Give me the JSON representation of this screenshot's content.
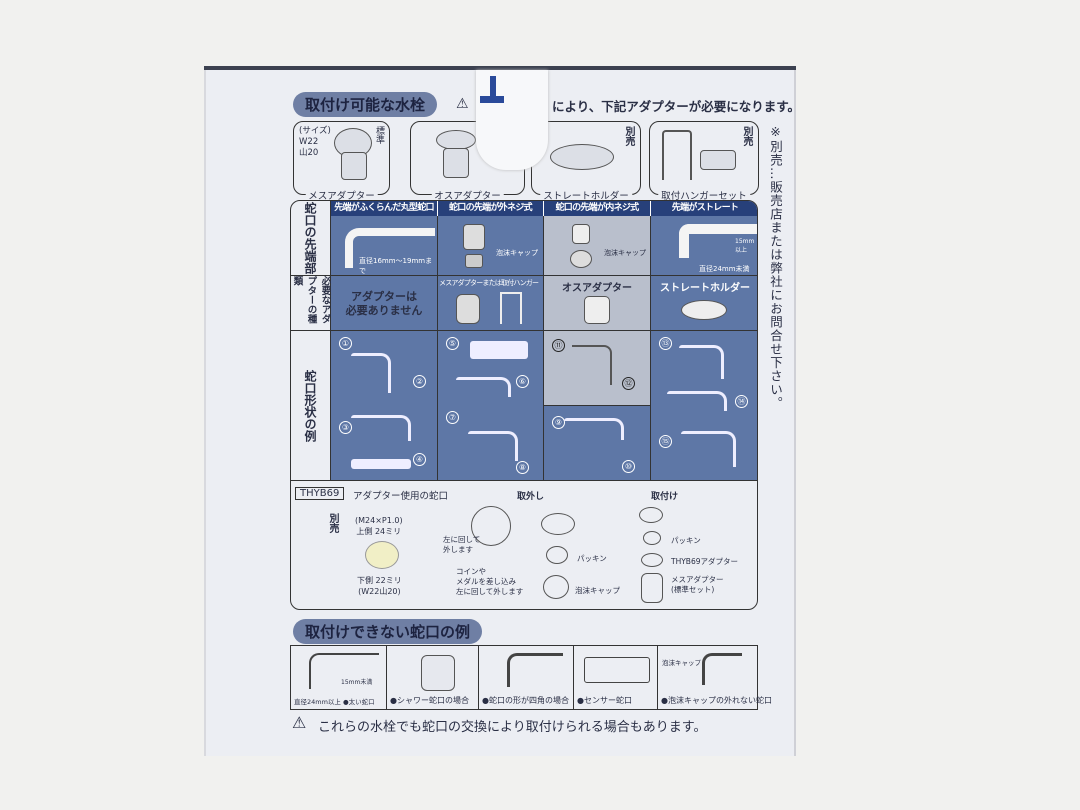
{
  "top": {
    "heading": "取付け可能な水栓",
    "notice": "により、下記アダプターが必要になります。",
    "side_note": "※別売…販売店または弊社にお問合せ下さい。",
    "adapters": [
      {
        "label": "メスアダプター",
        "size_label": "(サイズ)",
        "size_w": "W22",
        "size_y": "山20",
        "tag": "標準"
      },
      {
        "label": "オスアダプター"
      },
      {
        "label": "ストレートホルダー",
        "tag": "別売"
      },
      {
        "label": "取付ハンガーセット",
        "tag": "別売"
      }
    ]
  },
  "table": {
    "row_headers": [
      "蛇口の先端部",
      "必要なアダプターの種類",
      "蛇口形状の例"
    ],
    "columns": [
      {
        "header": "先端がふくらんだ丸型蛇口",
        "note": "直径16mm〜19mmまで",
        "adapter": "アダプターは\n必要ありません",
        "examples": [
          "①",
          "②",
          "③",
          "④"
        ]
      },
      {
        "header": "蛇口の先端が外ネジ式",
        "note": "泡沫キャップ",
        "adapter": "メスアダプターまたは取付ハンガー",
        "examples": [
          "⑤",
          "⑥",
          "⑦",
          "⑧"
        ]
      },
      {
        "header": "蛇口の先端が内ネジ式",
        "note": "泡沫キャップ",
        "adapter": "オスアダプター",
        "examples": [
          "⑪",
          "⑫",
          "⑨",
          "⑩"
        ]
      },
      {
        "header": "先端がストレート",
        "note": "直径24mm未満",
        "note2": "15mm以上",
        "adapter": "ストレートホルダー",
        "examples": [
          "⑬",
          "⑭",
          "⑮"
        ]
      }
    ]
  },
  "thyb": {
    "model": "THYB69",
    "title": "アダプター使用の蛇口",
    "sold_separately": "別売",
    "spec1": "(M24×P1.0)",
    "spec2": "上側 24ミリ",
    "spec3": "下側 22ミリ",
    "spec4": "(W22山20)",
    "remove_title": "取外し",
    "turn_left": "左に回して\n外します",
    "coin": "コインや\nメダルを差し込み\n左に回して外します",
    "packing": "パッキン",
    "cap": "泡沫キャップ",
    "attach_title": "取付け",
    "packing2": "パッキン",
    "adapter": "THYB69アダプター",
    "female": "メスアダプター\n(標準セット)"
  },
  "cannot": {
    "heading": "取付けできない蛇口の例",
    "items": [
      {
        "label": "●太い蛇口",
        "note": "直径24mm以上",
        "note2": "15mm未満"
      },
      {
        "label": "●シャワー蛇口の場合"
      },
      {
        "label": "●蛇口の形が四角の場合"
      },
      {
        "label": "●センサー蛇口"
      },
      {
        "label": "●泡沫キャップの外れない蛇口",
        "note": "泡沫キャップ"
      }
    ],
    "warning": "これらの水栓でも蛇口の交換により取付けられる場合もあります。"
  },
  "colors": {
    "header_blue": "#27407a",
    "cell_blue": "#5e77a6",
    "pill": "#6f7fa4"
  }
}
